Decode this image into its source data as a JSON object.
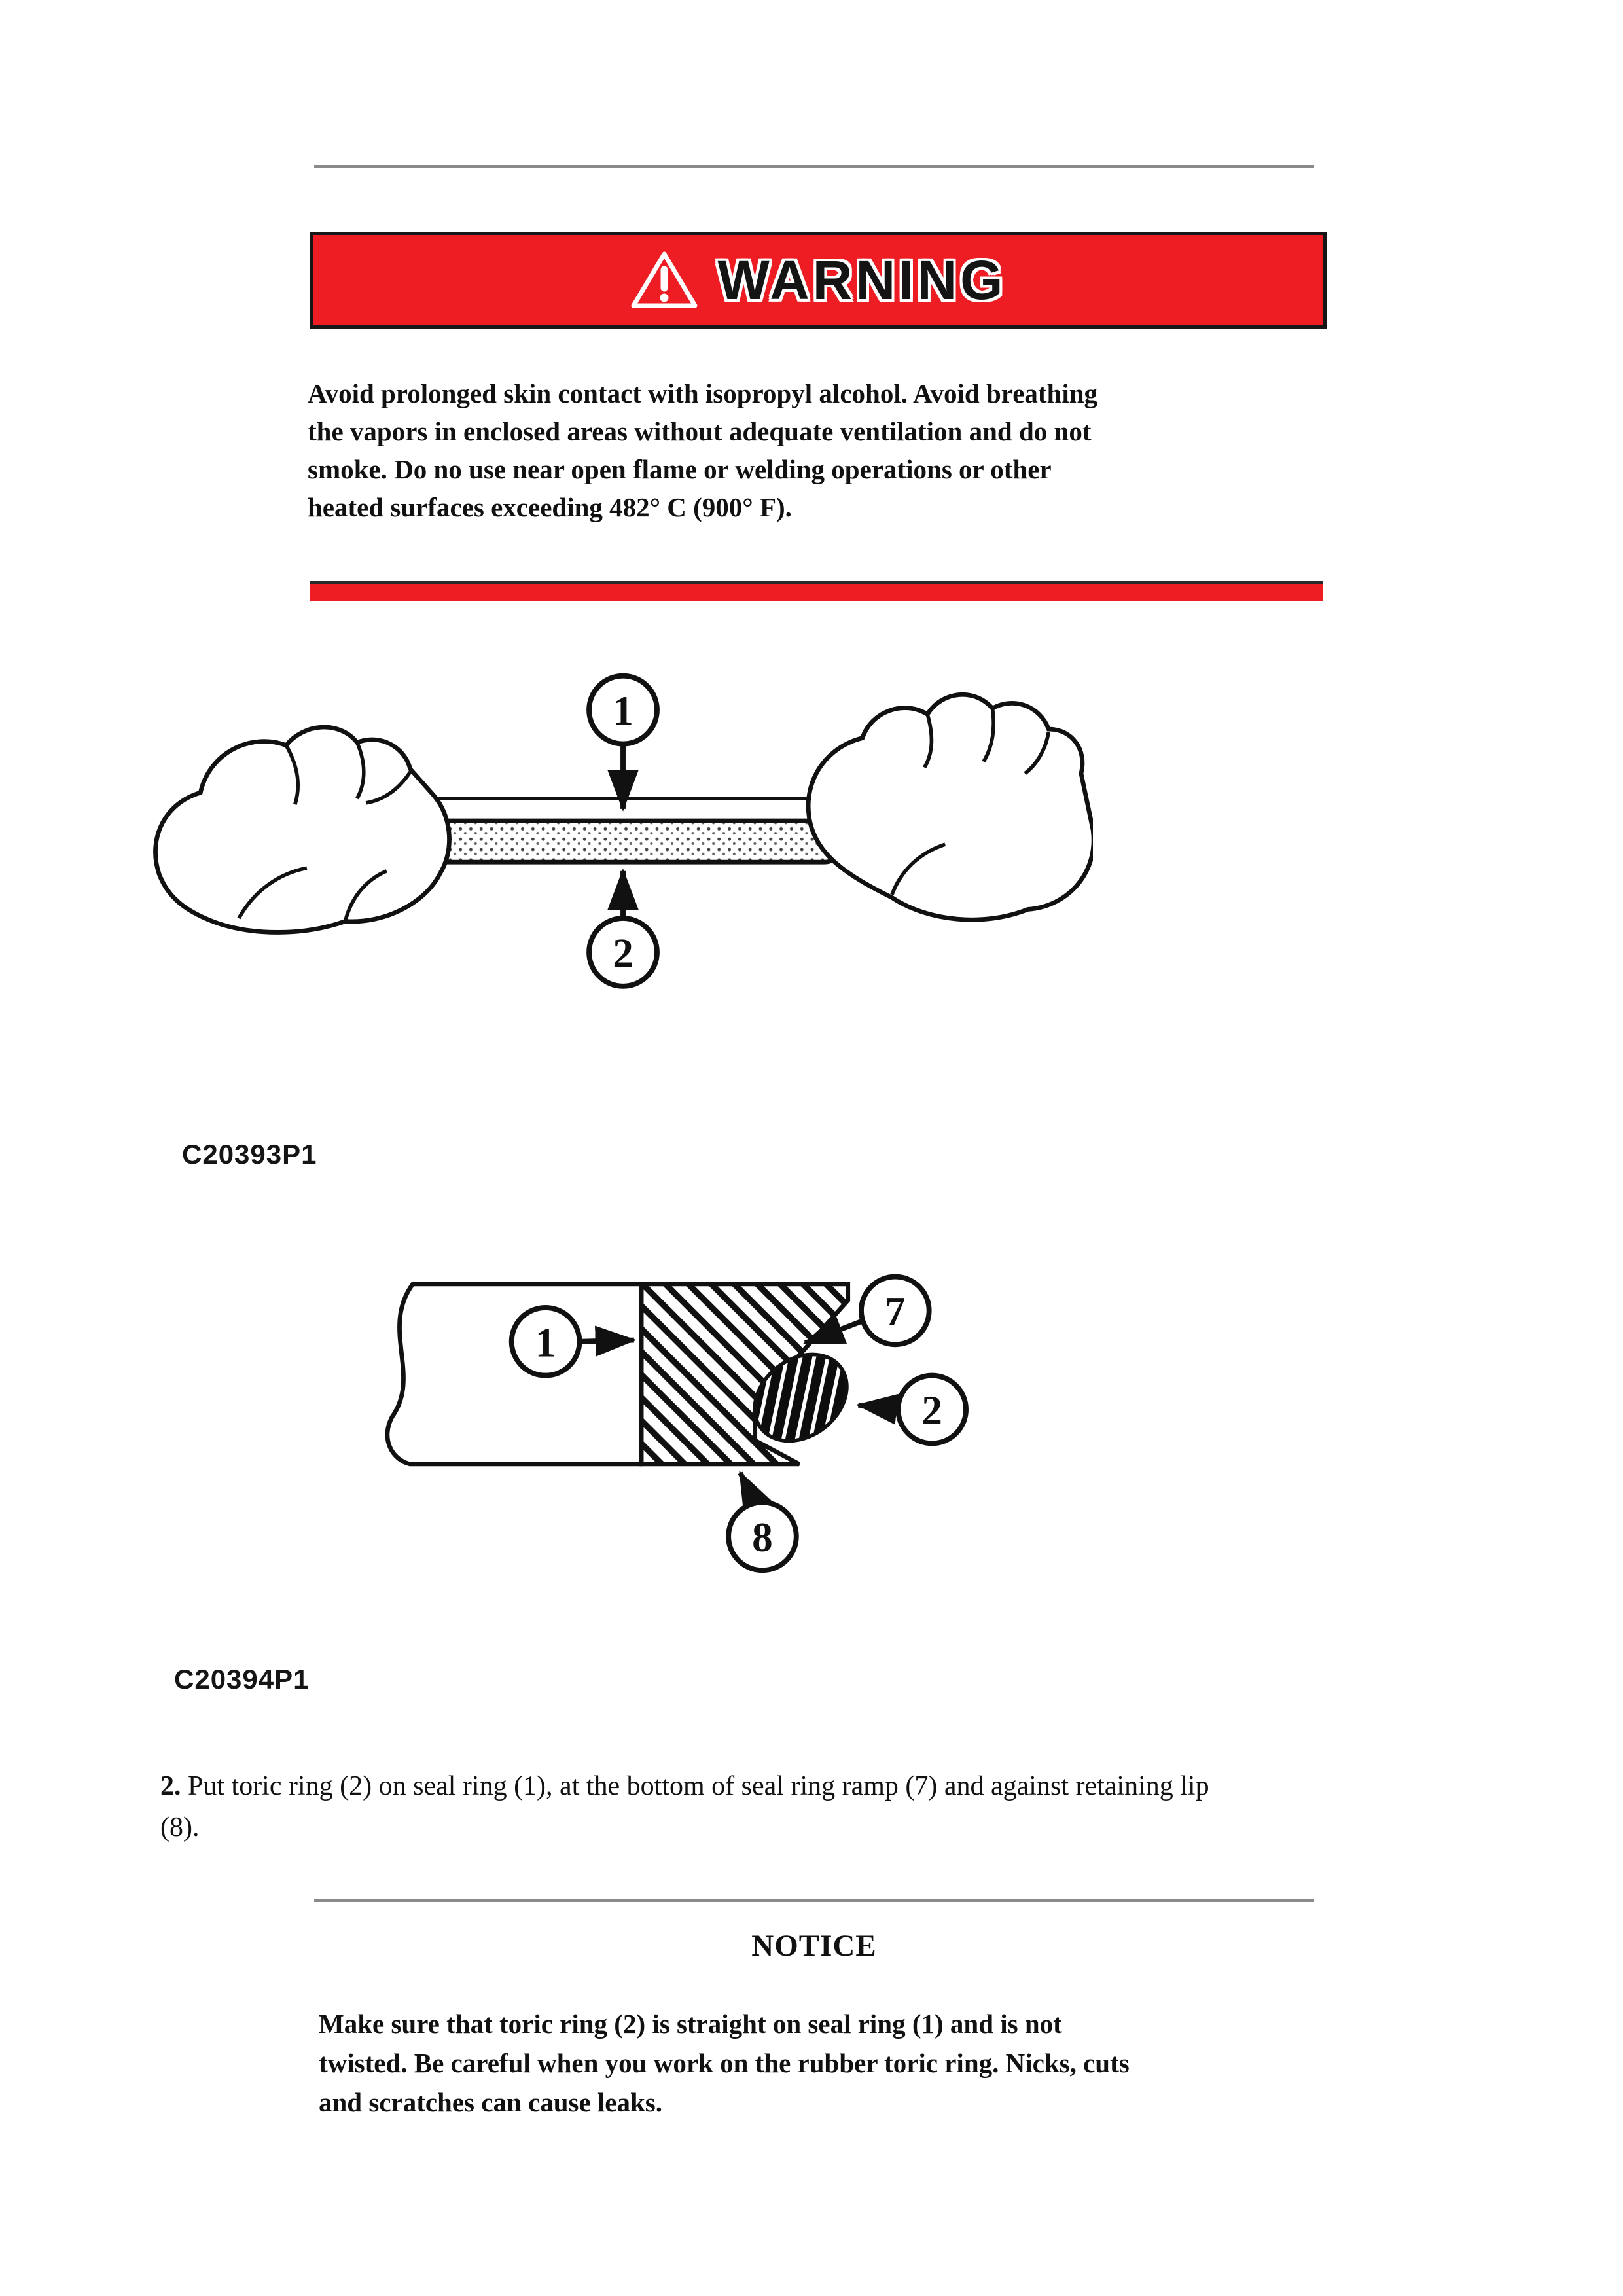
{
  "doc": {
    "warning": {
      "label": "WARNING",
      "lines": [
        "Avoid prolonged skin contact with isopropyl alcohol. Avoid breathing",
        "the vapors in enclosed areas without adequate ventilation and do not",
        "smoke. Do no use near open flame or welding operations or other",
        "heated surfaces exceeding 482° C (900° F)."
      ]
    },
    "figure1": {
      "label": "C20393P1",
      "callouts": [
        "1",
        "2"
      ]
    },
    "figure2": {
      "label": "C20394P1",
      "callouts": [
        "1",
        "7",
        "2",
        "8"
      ]
    },
    "step2": {
      "marker": "2.",
      "line1": " Put toric ring (2) on seal ring (1), at the bottom of seal ring ramp (7) and against retaining lip",
      "line2": "(8)."
    },
    "notice": {
      "title": "NOTICE",
      "lines": [
        "Make sure that toric ring (2) is straight on seal ring (1) and is not",
        "twisted. Be careful when you work on the rubber toric ring. Nicks, cuts",
        "and scratches can cause leaks."
      ]
    },
    "colors": {
      "warning_red": "#ee1d23",
      "line_gray": "#8a8a8a"
    }
  }
}
